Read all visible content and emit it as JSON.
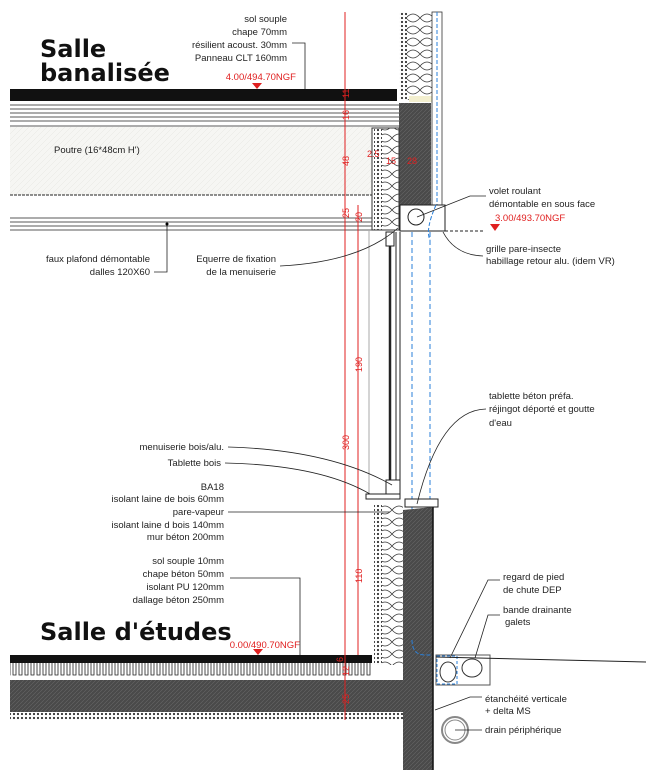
{
  "titles": {
    "upper_room": [
      "Salle",
      "banalisée"
    ],
    "lower_room": "Salle d'études"
  },
  "colors": {
    "dimension": "#e02020",
    "concrete": "#4a4a4a",
    "blue_line": "#2a7fd8"
  },
  "levels": {
    "upper": "4.00/494.70NGF",
    "window_head": "3.00/493.70NGF",
    "lower": "0.00/490.70NGF"
  },
  "labels": {
    "upper_floor": [
      "sol souple",
      "chape 70mm",
      "résilient acoust. 30mm",
      "Panneau CLT 160mm"
    ],
    "beam": "Poutre (16*48cm H')",
    "ceiling": [
      "faux plafond démontable",
      "dalles 120X60"
    ],
    "bracket": [
      "Equerre de fixation",
      "de la menuiserie"
    ],
    "shutter": [
      "volet roulant",
      "démontable en sous face"
    ],
    "insect_grille": [
      "grille pare-insecte",
      "habillage retour alu. (idem VR)"
    ],
    "sill_concrete": [
      "tablette béton préfa.",
      "réjingot déporté et goutte",
      "d'eau"
    ],
    "joinery": "menuiserie bois/alu.",
    "wood_sill": "Tablette bois",
    "wall": [
      "BA18",
      "isolant laine de bois 60mm",
      "pare-vapeur",
      "isolant laine d bois 140mm",
      "mur béton 200mm"
    ],
    "ground_floor": [
      "sol souple 10mm",
      "chape béton 50mm",
      "isolant PU 120mm",
      "dallage béton 250mm"
    ],
    "downpipe": [
      "regard de pied",
      "de chute DEP"
    ],
    "drainage_strip": [
      "bande drainante",
      "galets"
    ],
    "waterproofing": [
      "étanchéité verticale",
      "+ delta MS"
    ],
    "drain": "drain périphérique"
  },
  "dimensions": {
    "d11": "11",
    "d16": "16",
    "d48": "48",
    "d25a": "25",
    "d20": "20",
    "d190": "190",
    "d300": "300",
    "d110": "110",
    "d6": "6",
    "d12": "12",
    "d25b": "25",
    "d2_5": "2.5",
    "d15": "15",
    "d28": "28"
  }
}
